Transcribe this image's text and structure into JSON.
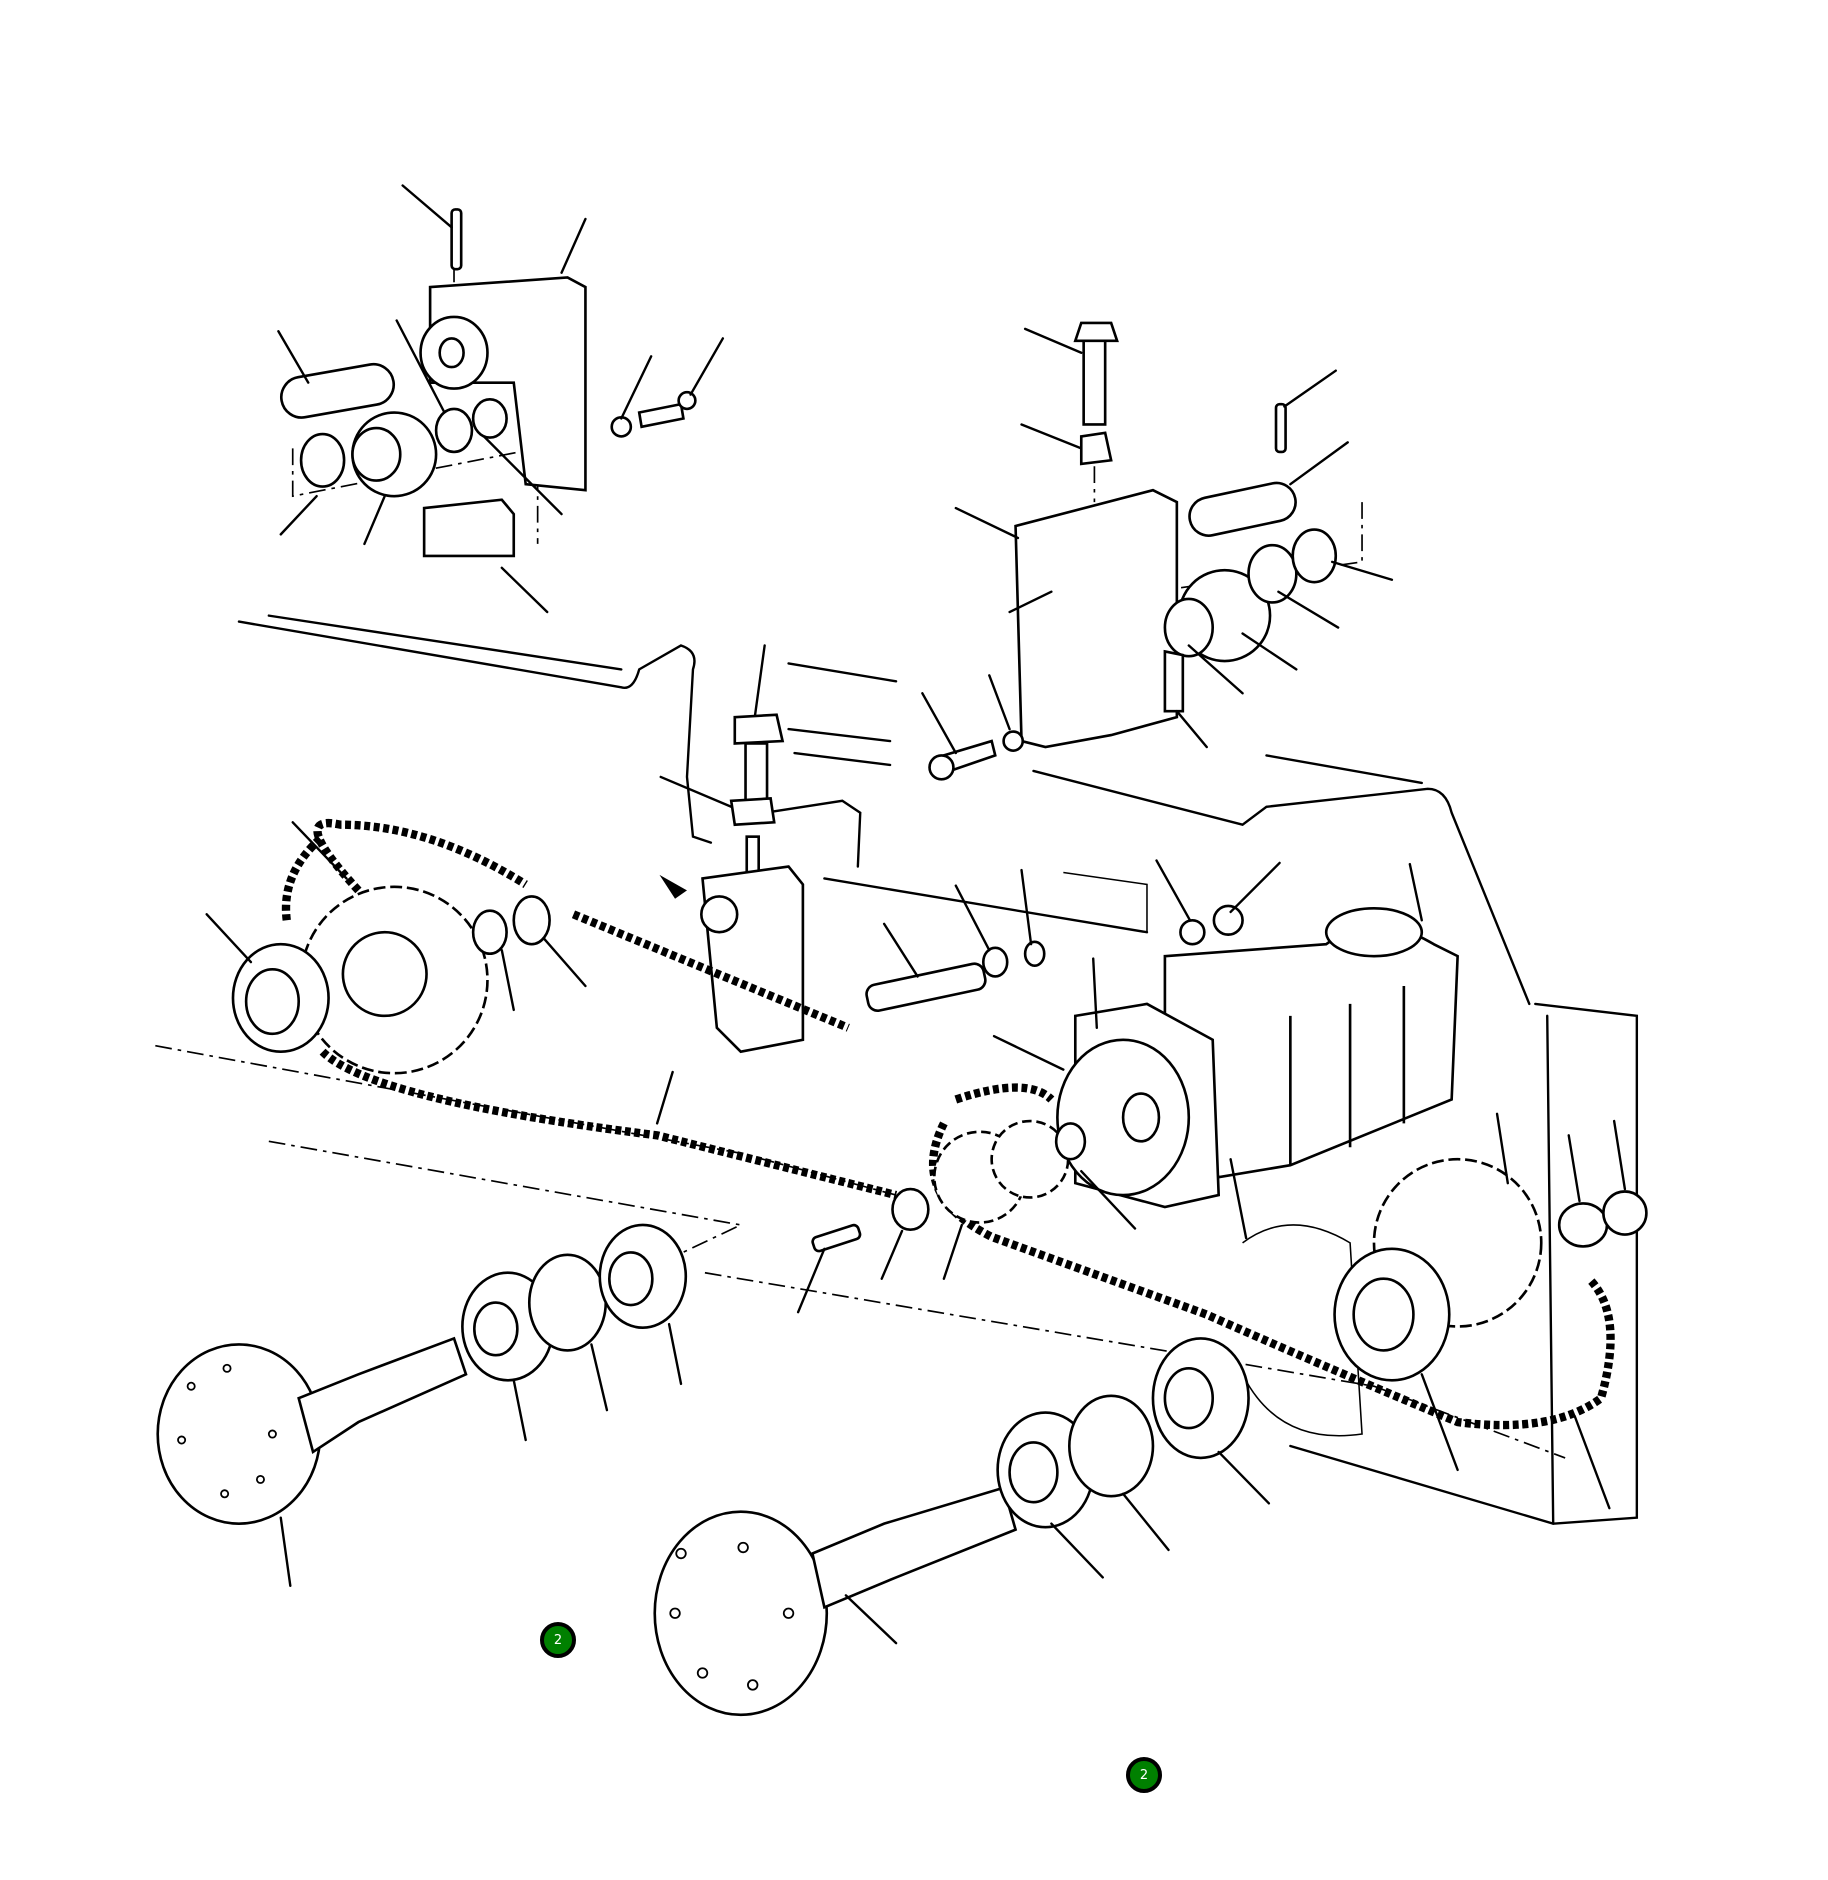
{
  "diagram": {
    "type": "exploded parts diagram",
    "hotspots": [
      {
        "label": "2",
        "color": "#008000"
      },
      {
        "label": "2",
        "color": "#008000"
      }
    ]
  }
}
